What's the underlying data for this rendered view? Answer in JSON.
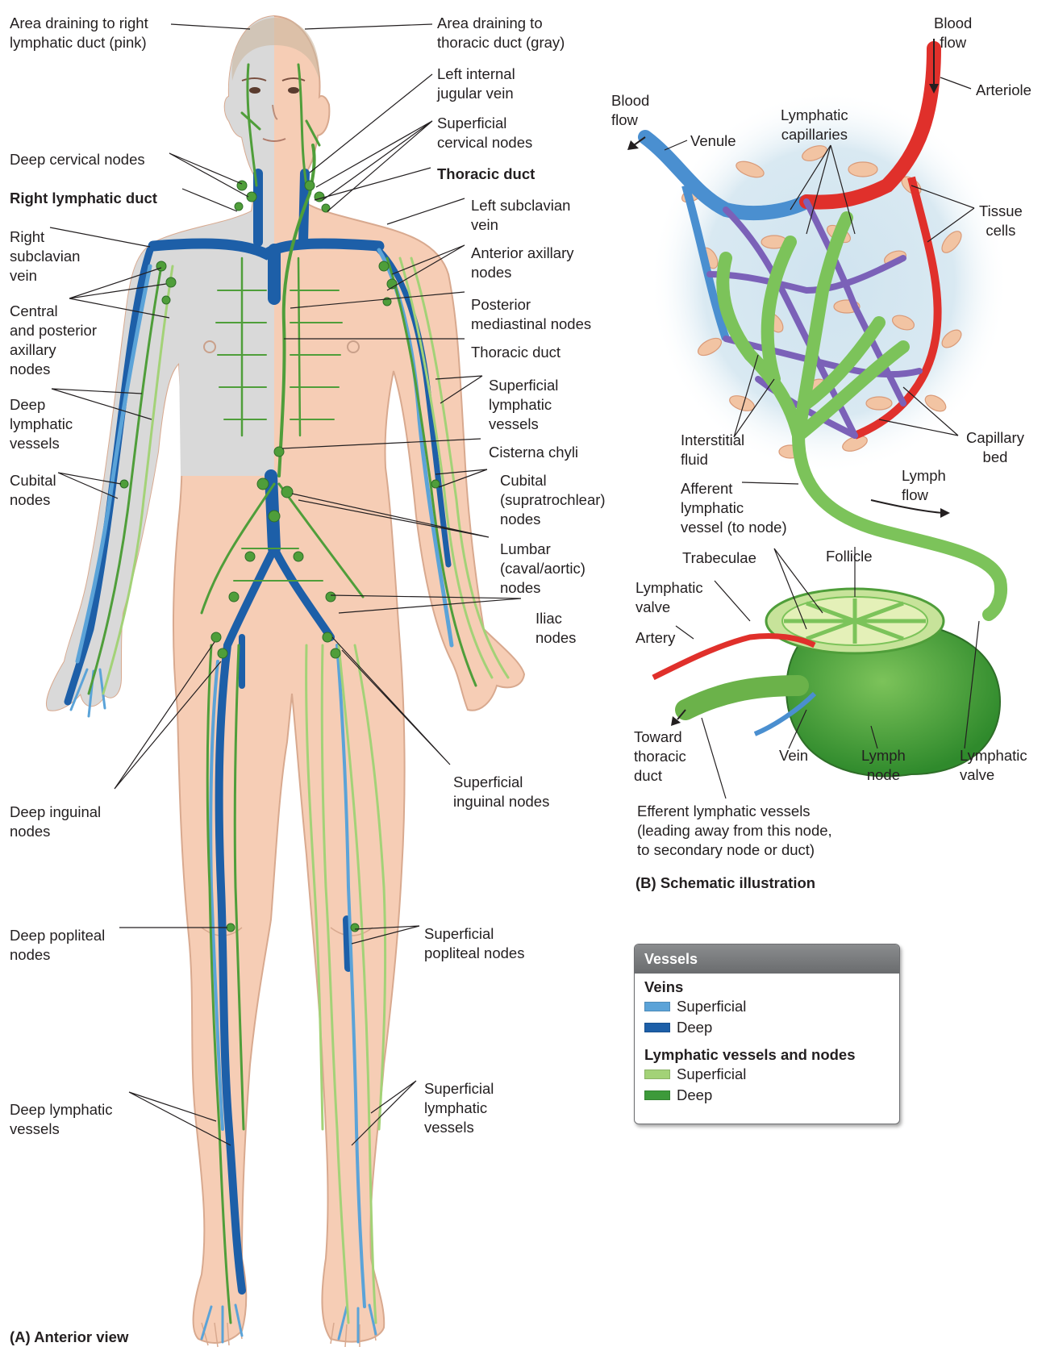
{
  "panel_a": {
    "caption": "(A)  Anterior view",
    "labels": {
      "area_right_duct": [
        "Area draining to right",
        "lymphatic duct (pink)"
      ],
      "area_thoracic": [
        "Area draining to",
        "thoracic duct (gray)"
      ],
      "left_internal_jugular": [
        "Left internal",
        "jugular vein"
      ],
      "superficial_cervical": [
        "Superficial",
        "cervical nodes"
      ],
      "deep_cervical": [
        "Deep cervical nodes"
      ],
      "thoracic_duct_bold": [
        "Thoracic duct"
      ],
      "right_lymphatic_duct": [
        "Right lymphatic duct"
      ],
      "left_subclavian": [
        "Left subclavian",
        "vein"
      ],
      "right_subclavian": [
        "Right",
        "subclavian",
        "vein"
      ],
      "anterior_axillary": [
        "Anterior axillary",
        "nodes"
      ],
      "central_posterior_axillary": [
        "Central",
        "and posterior",
        "axillary",
        "nodes"
      ],
      "posterior_mediastinal": [
        "Posterior",
        "mediastinal nodes"
      ],
      "thoracic_duct": [
        "Thoracic duct"
      ],
      "deep_lymphatic_arm": [
        "Deep",
        "lymphatic",
        "vessels"
      ],
      "superficial_lymphatic_arm": [
        "Superficial",
        "lymphatic",
        "vessels"
      ],
      "cisterna_chyli": [
        "Cisterna chyli"
      ],
      "cubital_left": [
        "Cubital",
        "nodes"
      ],
      "cubital_right": [
        "Cubital",
        "(supratrochlear)",
        "nodes"
      ],
      "lumbar": [
        "Lumbar",
        "(caval/aortic)",
        "nodes"
      ],
      "iliac": [
        "Iliac",
        "nodes"
      ],
      "deep_inguinal": [
        "Deep inguinal",
        "nodes"
      ],
      "superficial_inguinal": [
        "Superficial",
        "inguinal nodes"
      ],
      "deep_popliteal": [
        "Deep popliteal",
        "nodes"
      ],
      "superficial_popliteal": [
        "Superficial",
        "popliteal nodes"
      ],
      "deep_lymphatic_leg": [
        "Deep lymphatic",
        "vessels"
      ],
      "superficial_lymphatic_leg": [
        "Superficial",
        "lymphatic",
        "vessels"
      ]
    }
  },
  "panel_b": {
    "caption": "(B)  Schematic illustration",
    "labels": {
      "blood_flow_top": [
        "Blood",
        "flow"
      ],
      "arteriole": [
        "Arteriole"
      ],
      "blood_flow_left": [
        "Blood",
        "flow"
      ],
      "venule": [
        "Venule"
      ],
      "lymphatic_capillaries": [
        "Lymphatic",
        "capillaries"
      ],
      "tissue_cells": [
        "Tissue",
        "cells"
      ],
      "interstitial_fluid": [
        "Interstitial",
        "fluid"
      ],
      "capillary_bed": [
        "Capillary",
        "bed"
      ],
      "afferent": [
        "Afferent",
        "lymphatic",
        "vessel (to node)"
      ],
      "lymph_flow": [
        "Lymph",
        "flow"
      ],
      "trabeculae": [
        "Trabeculae"
      ],
      "follicle": [
        "Follicle"
      ],
      "lymphatic_valve_left": [
        "Lymphatic",
        "valve"
      ],
      "artery": [
        "Artery"
      ],
      "toward_thoracic": [
        "Toward",
        "thoracic",
        "duct"
      ],
      "vein": [
        "Vein"
      ],
      "lymph_node": [
        "Lymph",
        "node"
      ],
      "lymphatic_valve_right": [
        "Lymphatic",
        "valve"
      ],
      "efferent": [
        "Efferent lymphatic vessels",
        "(leading away from this node,",
        "to secondary node or duct)"
      ]
    }
  },
  "legend": {
    "title": "Vessels",
    "veins_heading": "Veins",
    "veins_superficial": "Superficial",
    "veins_deep": "Deep",
    "lymph_heading": "Lymphatic vessels and nodes",
    "lymph_superficial": "Superficial",
    "lymph_deep": "Deep"
  },
  "colors": {
    "skin": "#f6cdb5",
    "skin_gray": "#d8d8d8",
    "vein_superficial": "#5ba3d8",
    "vein_deep": "#1d5fa8",
    "lymph_superficial": "#a3d277",
    "lymph_deep": "#3d9a3a",
    "artery": "#e0302b",
    "capillary_purple": "#7b61b8",
    "tissue_cell": "#f2c4a3"
  }
}
